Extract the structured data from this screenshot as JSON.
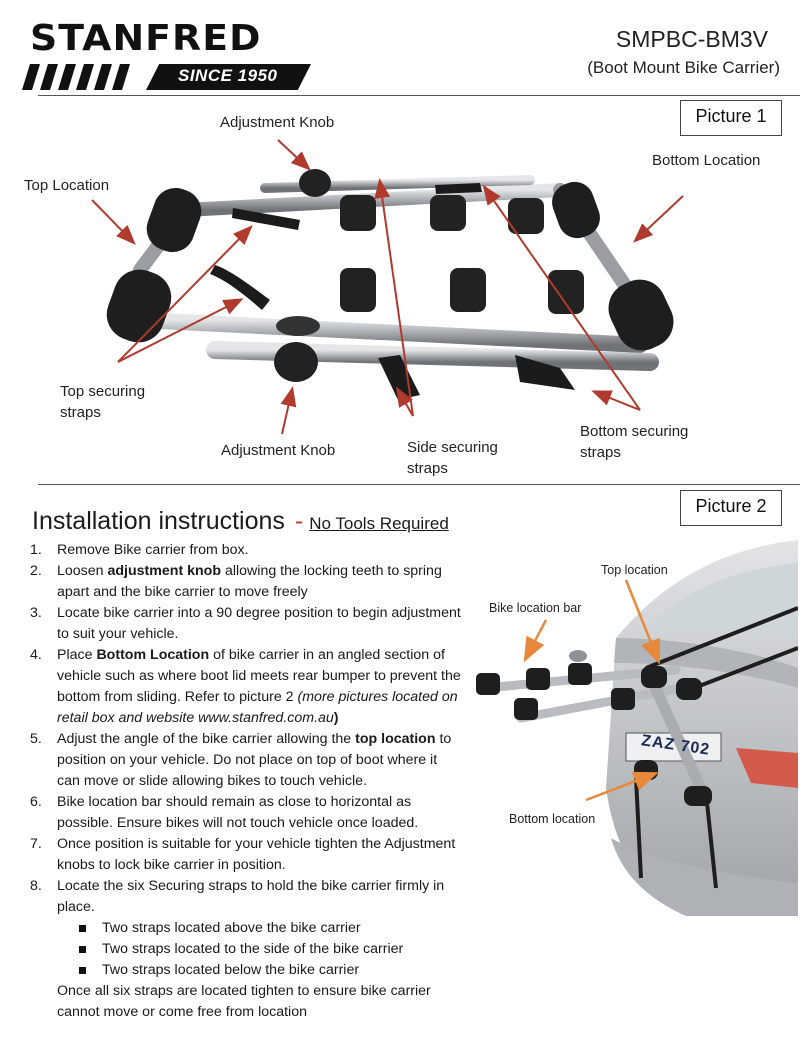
{
  "header": {
    "brand": "STANFRED",
    "since": "SINCE 1950",
    "model": "SMPBC-BM3V",
    "model_sub": "(Boot Mount Bike Carrier)"
  },
  "picture1": {
    "label": "Picture 1",
    "callouts": {
      "adjustment_knob_top": "Adjustment Knob",
      "top_location": "Top Location",
      "bottom_location": "Bottom Location",
      "top_straps_line1": "Top securing",
      "top_straps_line2": "straps",
      "adjustment_knob_bottom": "Adjustment Knob",
      "side_straps_line1": "Side securing",
      "side_straps_line2": "straps",
      "bottom_straps_line1": "Bottom securing",
      "bottom_straps_line2": "straps"
    }
  },
  "picture2": {
    "label": "Picture 2",
    "callouts": {
      "top_location": "Top location",
      "bike_location_bar": "Bike location bar",
      "bottom_location": "Bottom location"
    },
    "plate": "ZAZ 702"
  },
  "instructions": {
    "title": "Installation instructions",
    "dash": "-",
    "subtitle": "No Tools Required",
    "steps": [
      {
        "num": "1.",
        "a": "Remove Bike carrier from box."
      },
      {
        "num": "2.",
        "a": "Loosen ",
        "b": "adjustment knob",
        "c": " allowing the locking teeth to spring apart and the bike carrier to move freely"
      },
      {
        "num": "3.",
        "a": "Locate bike carrier into a 90 degree position to begin adjustment to suit your vehicle."
      },
      {
        "num": "4.",
        "a": "Place ",
        "b": "Bottom Location",
        "c": " of bike carrier  in an angled section of vehicle such as where boot lid meets rear bumper to prevent the bottom from sliding.  Refer to picture 2 ",
        "d": "(more pictures located on retail box and website www.stanfred.com.au",
        "e": ")"
      },
      {
        "num": "5.",
        "a": "Adjust the angle of the bike carrier allowing the ",
        "b": "top location",
        "c": " to position on your vehicle.  Do not place on top of boot where it can move or slide allowing bikes to touch vehicle."
      },
      {
        "num": "6.",
        "a": "Bike location bar should remain as close to horizontal as possible.  Ensure bikes will not touch vehicle once loaded."
      },
      {
        "num": "7.",
        "a": "Once position is suitable for your vehicle tighten the Adjustment knobs to lock bike carrier in position."
      },
      {
        "num": "8.",
        "a": "Locate the six Securing straps to hold the bike carrier firmly in place."
      }
    ],
    "bullets": [
      "Two straps located above the bike carrier",
      "Two straps located to the side of the bike carrier",
      "Two straps located below the bike carrier"
    ],
    "closing": "Once all six straps are located tighten to ensure bike carrier cannot move or come free from location"
  },
  "colors": {
    "arrow": "#b03a2e",
    "callout_arrow2": "#e8883a",
    "frame_silver": "#b8bcc0",
    "pad_black": "#1e1e1e",
    "car_silver": "#c9cccf"
  }
}
